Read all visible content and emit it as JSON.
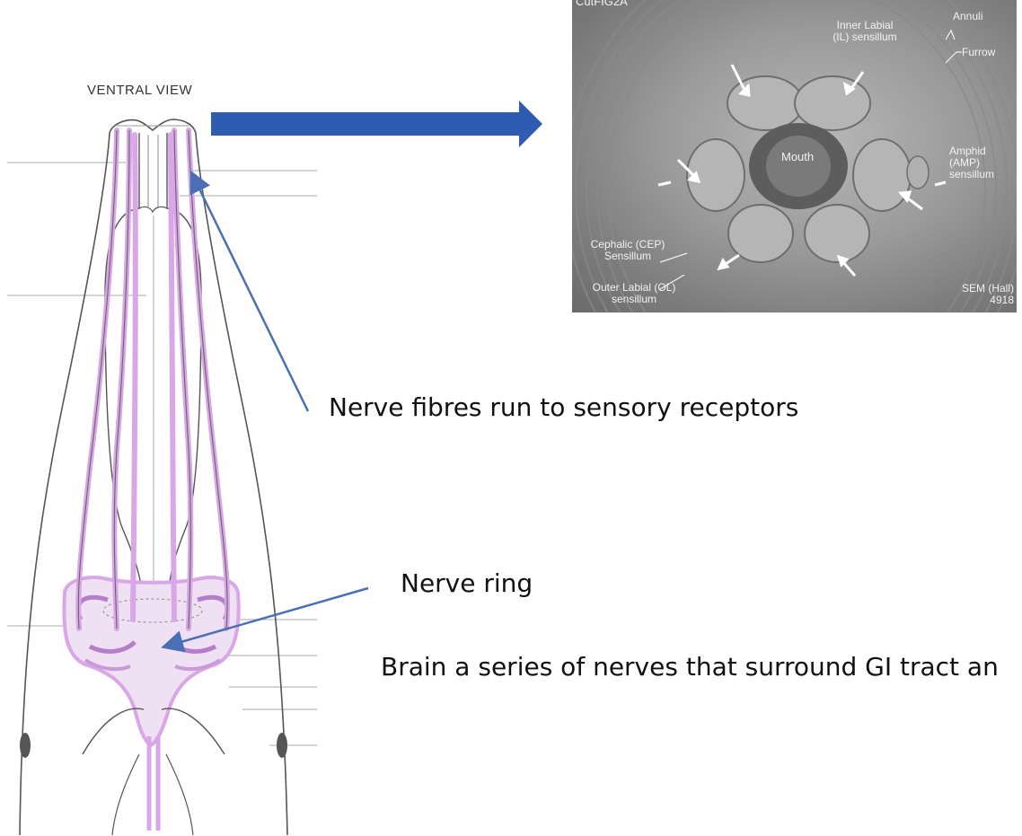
{
  "view_label": "VENTRAL VIEW",
  "captions": {
    "nerve_fibres": "Nerve fibres  run to sensory receptors",
    "nerve_ring": "Nerve ring",
    "brain": "Brain a series of nerves that surround GI tract an"
  },
  "sem": {
    "figure_id": "CutFIG2A",
    "inner_labial": "Inner Labial (IL) sensillum",
    "annuli": "Annuli",
    "furrow": "Furrow",
    "mouth": "Mouth",
    "amphid": "Amphid (AMP) sensillum",
    "cephalic": "Cephalic (CEP) Sensillum",
    "outer_labial": "Outer Labial (OL) sensillum",
    "source": "SEM (Hall) 4918"
  },
  "colors": {
    "nerve": "#d9a6e8",
    "arrow": "#4a6fb5",
    "big_arrow": "#2f5bb0"
  }
}
